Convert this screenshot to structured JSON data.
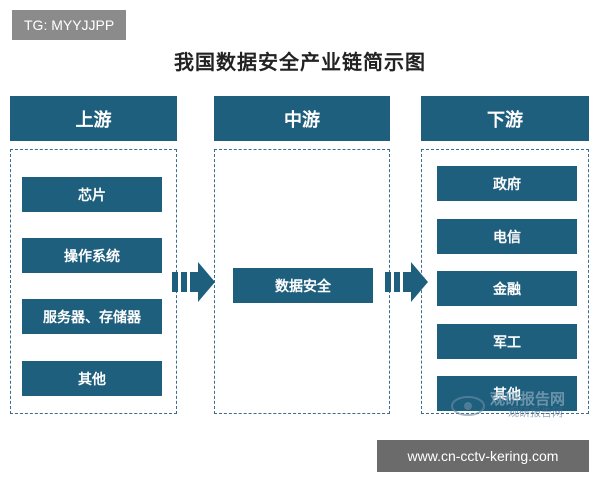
{
  "watermark_tag": "TG: MYYJJPP",
  "title": "我国数据安全产业链简示图",
  "columns": {
    "upstream": {
      "label": "上游",
      "items": [
        "芯片",
        "操作系统",
        "服务器、存储器",
        "其他"
      ]
    },
    "midstream": {
      "label": "中游",
      "items": [
        "数据安全"
      ]
    },
    "downstream": {
      "label": "下游",
      "items": [
        "政府",
        "电信",
        "金融",
        "军工",
        "其他"
      ]
    }
  },
  "bottom_watermark": "www.cn-cctv-kering.com",
  "logo_watermark": {
    "line1": "观研报告网",
    "line2": "观研报告网"
  },
  "colors": {
    "box_fill": "#1f5f7e",
    "panel_border": "#3a6d8c",
    "arrow_fill": "#1f5f7e"
  }
}
